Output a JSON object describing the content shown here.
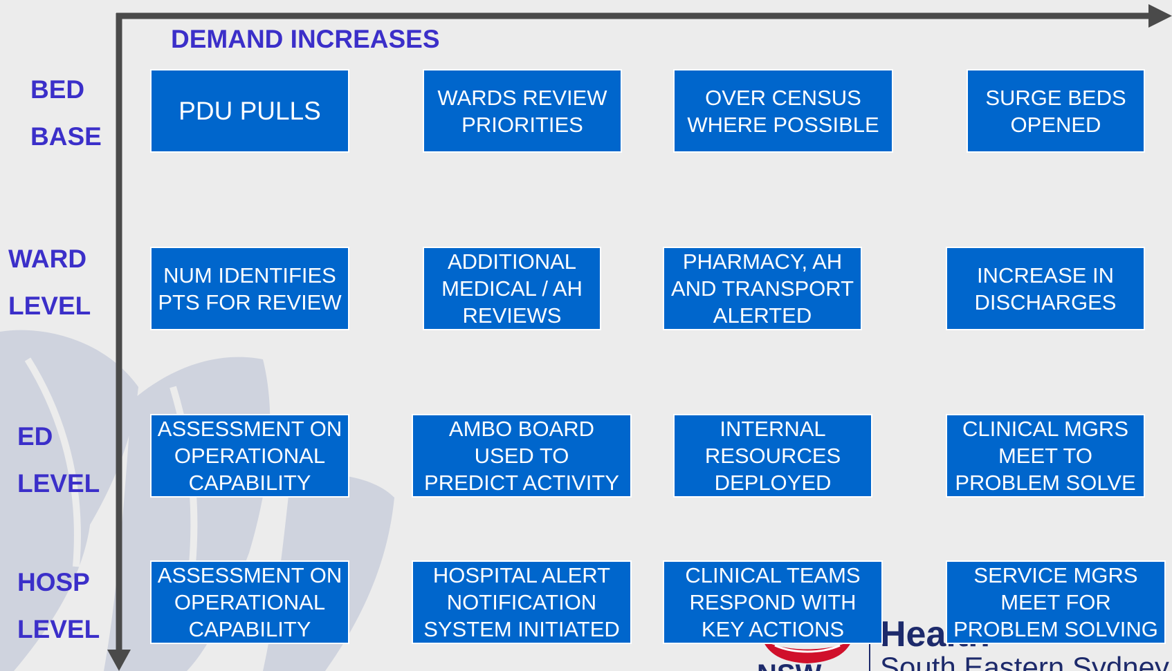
{
  "title": "DEMAND INCREASES",
  "rows": [
    {
      "line1": "BED",
      "line2": "BASE"
    },
    {
      "line1": "WARD",
      "line2": "LEVEL"
    },
    {
      "line1": "ED",
      "line2": "LEVEL"
    },
    {
      "line1": "HOSP",
      "line2": "LEVEL"
    }
  ],
  "boxes": {
    "bed": [
      "PDU PULLS",
      "WARDS REVIEW\nPRIORITIES",
      "OVER CENSUS\nWHERE POSSIBLE",
      "SURGE BEDS\nOPENED"
    ],
    "ward": [
      "NUM IDENTIFIES\nPTS FOR REVIEW",
      "ADDITIONAL\nMEDICAL / AH\nREVIEWS",
      "PHARMACY, AH\nAND TRANSPORT\nALERTED",
      "INCREASE IN\nDISCHARGES"
    ],
    "ed": [
      "ASSESSMENT ON\nOPERATIONAL\nCAPABILITY",
      "AMBO BOARD\nUSED TO\nPREDICT ACTIVITY",
      "INTERNAL\nRESOURCES\nDEPLOYED",
      "CLINICAL MGRS\nMEET TO\nPROBLEM SOLVE"
    ],
    "hosp": [
      "ASSESSMENT ON\nOPERATIONAL\nCAPABILITY",
      "HOSPITAL  ALERT\nNOTIFICATION\nSYSTEM INITIATED",
      "CLINICAL TEAMS\nRESPOND WITH\nKEY ACTIONS",
      "SERVICE MGRS\nMEET FOR\nPROBLEM SOLVING"
    ]
  },
  "logo": {
    "word": "Health",
    "sub": "South Eastern Sydney",
    "nsw": "NSW"
  },
  "colors": {
    "box_fill": "#0066cc",
    "label_text": "#3b2fc9",
    "axis": "#4a4a4a",
    "background": "#ececec"
  }
}
